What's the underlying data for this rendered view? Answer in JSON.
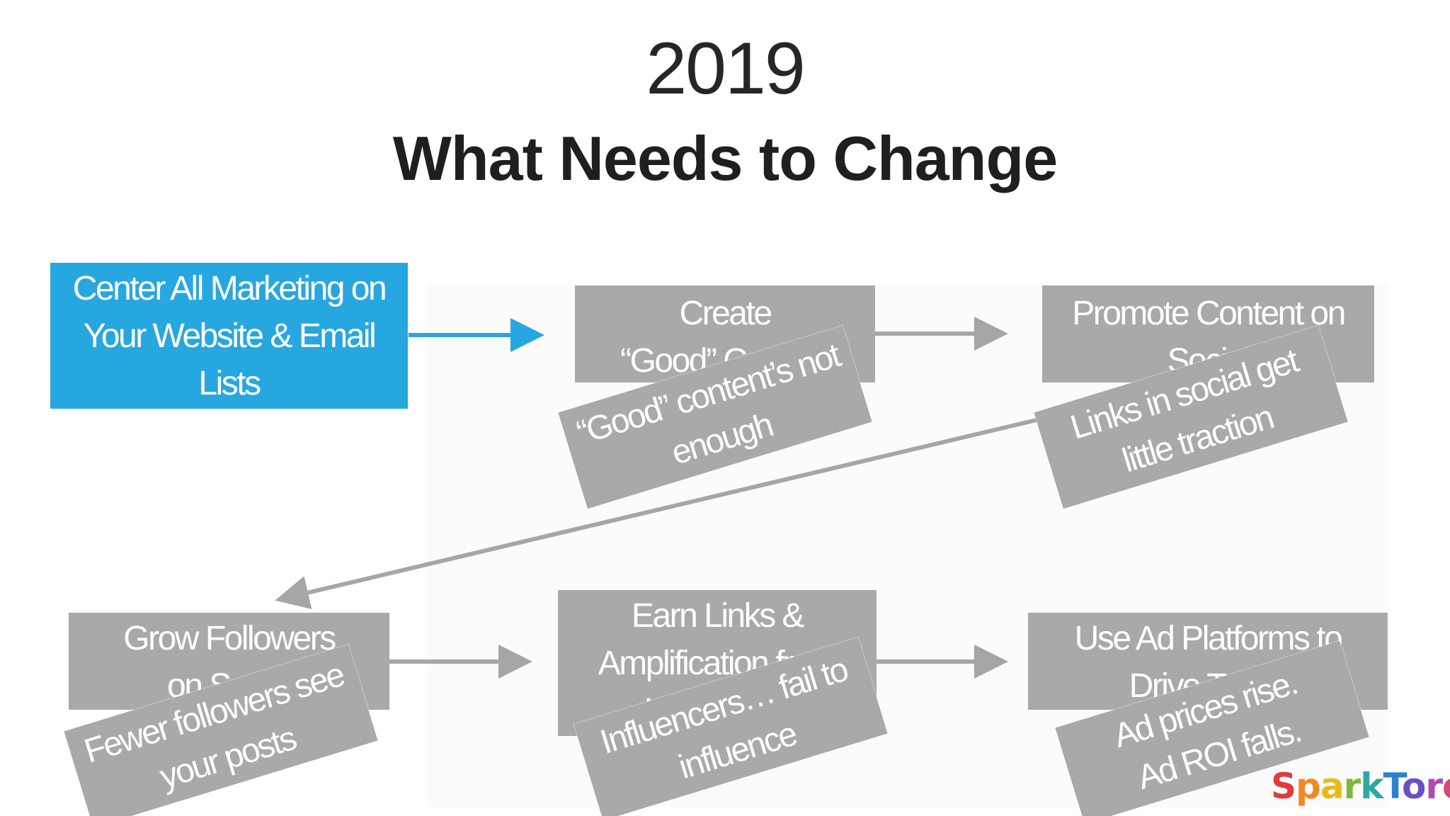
{
  "slide": {
    "year": "2019",
    "title": "What Needs to Change"
  },
  "steps": [
    {
      "lines": [
        "Center All Marketing on",
        "Your Website & Email",
        "Lists"
      ]
    },
    {
      "lines": [
        "Create",
        "“Good” Content"
      ]
    },
    {
      "lines": [
        "Promote Content on",
        "Social"
      ]
    },
    {
      "lines": [
        "Grow Followers",
        "on Social"
      ]
    },
    {
      "lines": [
        "Earn Links &",
        "Amplification from",
        "Influencers"
      ]
    },
    {
      "lines": [
        "Use Ad Platforms to",
        "Drive Traffic"
      ]
    }
  ],
  "problems": [
    {
      "lines": [
        "“Good” content’s not",
        "enough"
      ]
    },
    {
      "lines": [
        "Links in social get",
        "little traction"
      ]
    },
    {
      "lines": [
        "Fewer followers see",
        "your posts"
      ]
    },
    {
      "lines": [
        "Influencers… fail to",
        "influence"
      ]
    },
    {
      "lines": [
        "Ad prices rise.",
        "Ad ROI falls."
      ]
    }
  ],
  "logo": {
    "text": "SparkToro",
    "colors": [
      "#e23b3b",
      "#f08a24",
      "#e9b81f",
      "#7ab93b",
      "#2fa8a0",
      "#2f7fd1",
      "#6a4fc8",
      "#b048b5",
      "#d8447f"
    ]
  },
  "colors": {
    "accent": "#27a7df",
    "step": "#a9a9a9",
    "arrow": "#a6a6a6"
  }
}
